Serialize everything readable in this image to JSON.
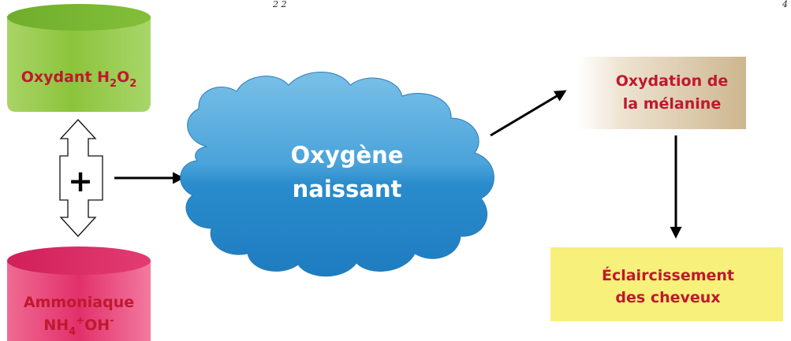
{
  "top_fragments": {
    "left": "2 2",
    "right": "4"
  },
  "oxidant": {
    "label_main": "Oxydant H",
    "sub1": "2",
    "label_mid": "O",
    "sub2": "2",
    "color": "#8dc63f"
  },
  "ammonia": {
    "line1": "Ammoniaque",
    "line2_main": "NH",
    "line2_sub": "4",
    "line2_sup": "+",
    "line2_end": "OH",
    "line2_sup2": "-",
    "color": "#e2306b"
  },
  "plus_symbol": "+",
  "cloud": {
    "line1": "Oxygène",
    "line2": "naissant",
    "color": "#2b8fcd"
  },
  "melanin_box": {
    "line1": "Oxydation de",
    "line2": "la mélanine",
    "color": "#d9c7a5"
  },
  "result_box": {
    "line1": "Éclaircissement",
    "line2": "des cheveux",
    "color": "#f7f07a"
  },
  "text_color": "#c0182f"
}
